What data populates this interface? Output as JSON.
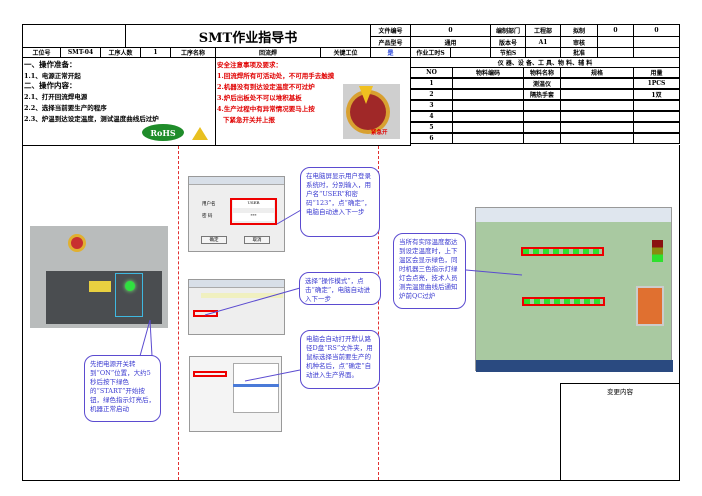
{
  "header": {
    "title": "SMT作业指导书",
    "doc_no_label": "文件编号",
    "doc_no": "0",
    "dept_label": "编制部门",
    "dept": "工程部",
    "draft_label": "拟制",
    "draft_val1": "0",
    "draft_val2": "0",
    "model_label": "产品型号",
    "model": "通用",
    "version_label": "版本号",
    "version": "A1",
    "review_label": "审核",
    "station_label": "工位号",
    "station": "SMT-04",
    "workers_label": "工序人数",
    "workers": "1",
    "process_label": "工序名称",
    "process": "回流焊",
    "key_label": "关键工位",
    "key": "是",
    "time_label": "作业工时S",
    "takt_label": "节拍S",
    "approve_label": "批准"
  },
  "steps": [
    "一、操作准备：",
    "1.1、电源正常开起",
    "二、操作内容：",
    "2.1、打开回流焊电源",
    "2.2、选择当前要生产的程序",
    "2.3、炉温到达设定温度，测试温度曲线后过炉"
  ],
  "rohs": "RoHS",
  "safety": {
    "title": "安全注意事项及要求：",
    "items": [
      "1.回流焊所有可活动处，不可用手去触摸",
      "2.机器没有到达设定温度不可过炉",
      "3.炉后出板处不可以堆积基板",
      "4.生产过程中有异常情况要马上按",
      "  下紧急开关并上报"
    ],
    "stop_label": "紧急开"
  },
  "equipment": {
    "title": "仪 器、设 备、工 具、物 料、辅 料",
    "headers": [
      "NO",
      "物料编码",
      "物料名称",
      "规格",
      "用量"
    ],
    "rows": [
      [
        "1",
        "",
        "测温仪",
        "",
        "1PCS"
      ],
      [
        "2",
        "",
        "隔热手套",
        "",
        "1双"
      ],
      [
        "3",
        "",
        "",
        "",
        ""
      ],
      [
        "4",
        "",
        "",
        "",
        ""
      ],
      [
        "5",
        "",
        "",
        "",
        ""
      ],
      [
        "6",
        "",
        "",
        "",
        ""
      ]
    ]
  },
  "notes": {
    "power": "先把电源开关转到“ON”位置，大约5秒后按下绿色的“START”开始按钮，绿色指示灯亮后，机器正常启动",
    "login": "在电脑屏显示用户登录系统时，分别输入，用户名“USER”和密码“123”，点“确定”，电脑自动进入下一步",
    "mode": "选择“操作模式”，点击“确定”，电脑自动进入下一步",
    "file": "电脑会自动打开默认路径D盘“RS”文件夹，用鼠标选择当前要生产的机种名后，点“确定”自动进入生产界面。",
    "temp": "当所有实际温度都达到设定温度时，上下温区会显示绿色，同时机器三色指示灯绿灯会点亮，技术人员测完温度曲线后通知炉前QC过炉"
  },
  "login_dialog": {
    "user_label": "用户名",
    "pwd_label": "密 码",
    "user": "USER",
    "pwd": "***",
    "ok": "确定",
    "cancel": "取消"
  },
  "change": {
    "label": "变更内容"
  }
}
